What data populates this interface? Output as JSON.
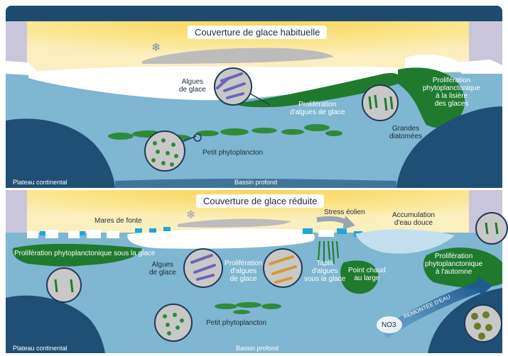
{
  "panel_top": {
    "title": "Couverture de glace habituelle",
    "labels": {
      "ice_algae": "Algues\nde glace",
      "bloom_ice": "Prolifération\nd'algues de glace",
      "bloom_edge": "Prolifération\nphytoplanctonique\nà la lisière\ndes glaces",
      "diatoms": "Grandes\ndiatomées",
      "small_phyto": "Petit phytoplancton",
      "shelf": "Plateau continental",
      "basin": "Bassin profond"
    }
  },
  "panel_bottom": {
    "title": "Couverture de glace réduite",
    "labels": {
      "melt_ponds": "Mares de fonte",
      "wind_stress": "Stress éolien",
      "freshwater": "Accumulation\nd'eau douce",
      "bloom_under_ice": "Prolifération phytoplanctonique sous la glace",
      "ice_algae": "Algues\nde glace",
      "bloom_ice": "Prolifération\nd'algues\nde glace",
      "mats": "Tapis\nd'algues\nsous la glace",
      "hotspot": "Point chaud\nau large",
      "autumn_bloom": "Prolifération\nphytoplanctonique\nà l'automne",
      "small_phyto": "Petit phytoplancton",
      "nitrate": "NO3",
      "upwelling": "REMONTÉE D'EAU",
      "shelf": "Plateau continental",
      "basin": "Bassin profond"
    }
  },
  "colors": {
    "sky_top": "#1d4b6f",
    "sun": "#f8dc6e",
    "sun_glow": "#fbf0b4",
    "water": "#7fb6d1",
    "deep": "#1f4f74",
    "ice": "#ffffff",
    "algae": "#1f7a2e",
    "lavender": "#c9c6db",
    "circle": "#c8c8c8"
  }
}
